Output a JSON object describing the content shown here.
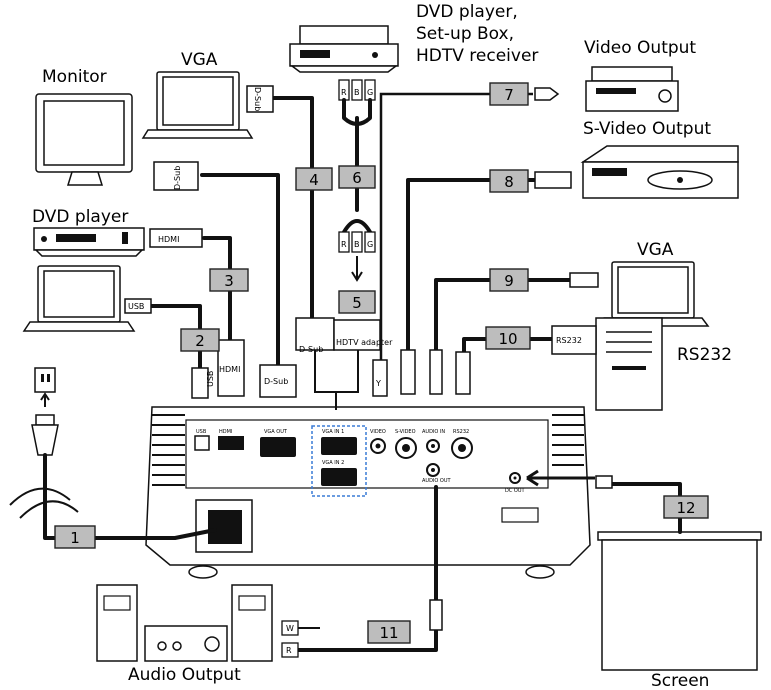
{
  "devices": {
    "monitor": "Monitor",
    "vga_top": "VGA",
    "dvd_stb_line1": "DVD player,",
    "dvd_stb_line2": "Set-up Box,",
    "dvd_stb_line3": "HDTV receiver",
    "video_output": "Video Output",
    "svideo_output": "S-Video Output",
    "dvd_player": "DVD player",
    "vga_right": "VGA",
    "rs232": "RS232",
    "audio_output": "Audio Output",
    "screen": "Screen"
  },
  "cables": [
    "1",
    "2",
    "3",
    "4",
    "5",
    "6",
    "7",
    "8",
    "9",
    "10",
    "11",
    "12"
  ],
  "plugs": {
    "dsub": "D-Sub",
    "hdmi": "HDMI",
    "usb": "USB",
    "hdtv_adapter": "HDTV adapter",
    "rs232": "RS232",
    "r": "R",
    "b": "B",
    "g": "G",
    "w": "W",
    "y": "Y"
  },
  "ports": {
    "usb": "USB",
    "hdmi": "HDMI",
    "vga_out": "VGA OUT",
    "vga_in1": "VGA IN 1",
    "vga_in2": "VGA IN 2",
    "video": "VIDEO",
    "svideo": "S-VIDEO",
    "audio_in": "AUDIO IN",
    "rs232": "RS232",
    "audio_out": "AUDIO OUT",
    "dc_out": "DC OUT"
  }
}
